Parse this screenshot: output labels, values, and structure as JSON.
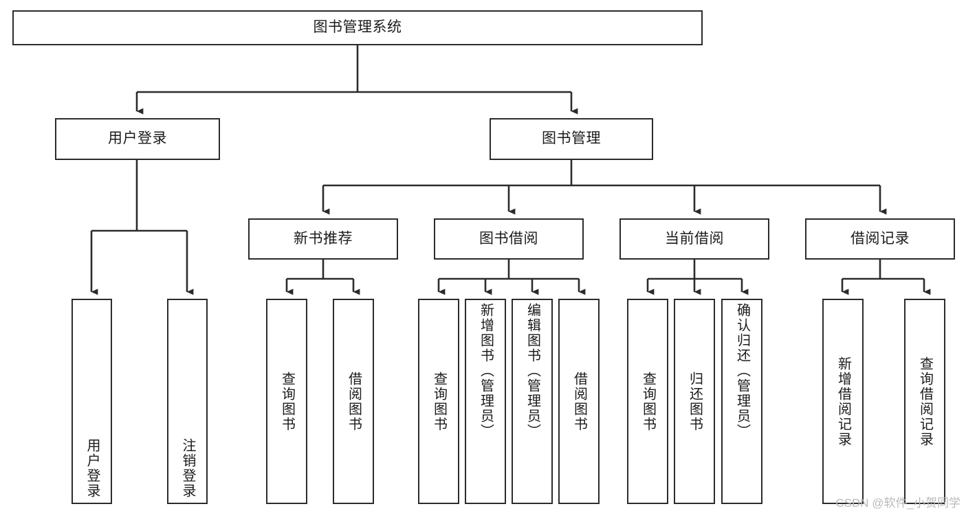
{
  "diagram": {
    "title": "图书管理系统",
    "type": "tree-hierarchy-diagram",
    "colors": {
      "box_border": "#2b2b2b",
      "box_fill": "#ffffff",
      "connector": "#2b2b2b",
      "text": "#1b1b1b",
      "watermark": "#b9b9b9",
      "background": "#ffffff"
    },
    "root": {
      "label": "图书管理系统"
    },
    "level2": [
      {
        "label": "用户登录"
      },
      {
        "label": "图书管理"
      }
    ],
    "level3": [
      {
        "label": "新书推荐"
      },
      {
        "label": "图书借阅"
      },
      {
        "label": "当前借阅"
      },
      {
        "label": "借阅记录"
      }
    ],
    "leaves": {
      "user_login": [
        {
          "label": "用户登录"
        },
        {
          "label": "注销登录"
        }
      ],
      "new_book_recommend": [
        {
          "label": "查询图书"
        },
        {
          "label": "借阅图书"
        }
      ],
      "book_borrow": [
        {
          "label": "查询图书"
        },
        {
          "label": "新增图书（管理员）"
        },
        {
          "label": "编辑图书（管理员）"
        },
        {
          "label": "借阅图书"
        }
      ],
      "current_borrow": [
        {
          "label": "查询图书"
        },
        {
          "label": "归还图书"
        },
        {
          "label": "确认归还（管理员）"
        }
      ],
      "borrow_record": [
        {
          "label": "新增借阅记录"
        },
        {
          "label": "查询借阅记录"
        }
      ]
    }
  },
  "watermark": {
    "text": "CSDN @软件_小贺同学"
  }
}
